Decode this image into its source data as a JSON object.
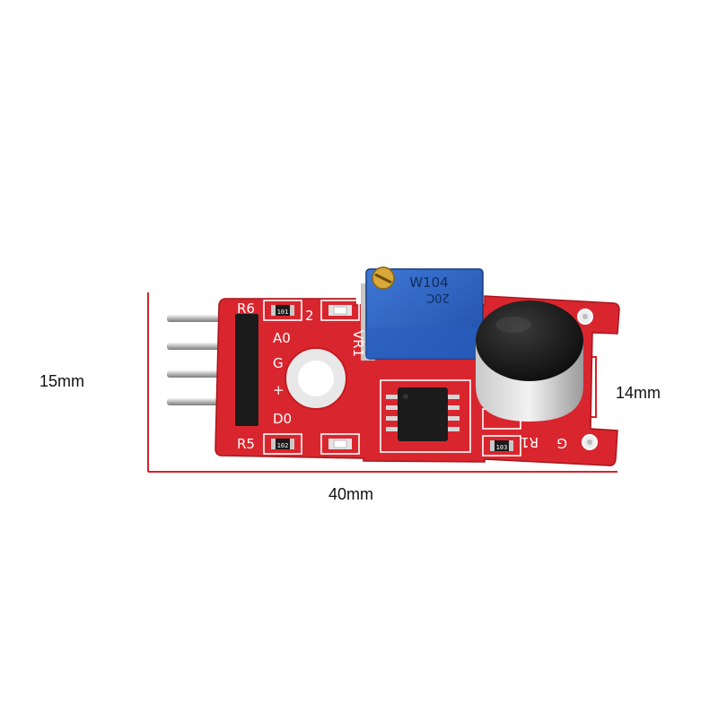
{
  "dimensions": {
    "height_label": "15mm",
    "width_label": "40mm",
    "mic_label": "14mm",
    "line_color": "#d8222a"
  },
  "board": {
    "pcb_color": "#d9262e",
    "pins": [
      "A0",
      "G",
      "+",
      "D0"
    ],
    "silkscreen": {
      "r6": "R6",
      "r5": "R5",
      "r1": "R1",
      "g": "G",
      "l2": "2",
      "vr1": "VR1"
    },
    "potentiometer": {
      "line1": "W104",
      "line2": "20C"
    },
    "resistor_codes": {
      "r6": "101",
      "r5": "102",
      "r1": "103"
    }
  }
}
